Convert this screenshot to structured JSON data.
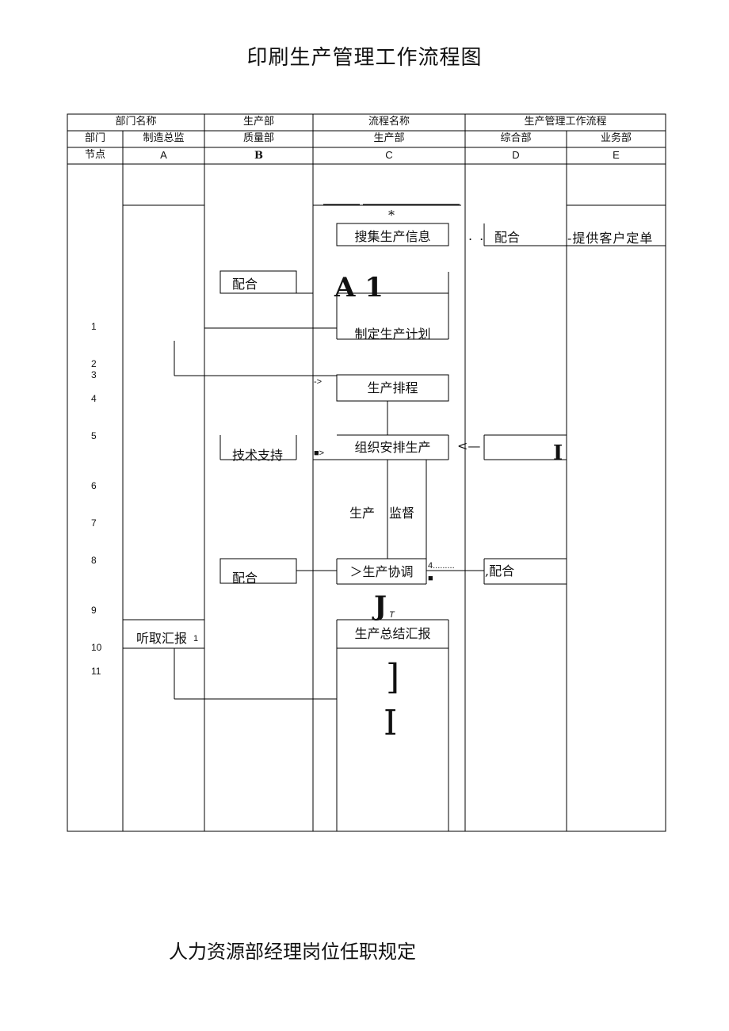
{
  "title": "印刷生产管理工作流程图",
  "subtitle": "人力资源部经理岗位任职规定",
  "header": {
    "row1": {
      "dept_name_label": "部门名称",
      "dept_name_value": "生产部",
      "process_name_label": "流程名称",
      "process_name_value": "生产管理工作流程"
    },
    "row2": {
      "dept_label": "部门",
      "col_a": "制造总监",
      "col_b": "质量部",
      "col_c": "生产部",
      "col_d": "综合部",
      "col_e": "业务部"
    },
    "row3": {
      "node_label": "节点",
      "col_a": "A",
      "col_b": "B",
      "col_c": "C",
      "col_d": "D",
      "col_e": "E"
    }
  },
  "row_numbers": [
    "1",
    "2",
    "3",
    "4",
    "5",
    "6",
    "7",
    "8",
    "9",
    "10",
    "11"
  ],
  "nodes": {
    "collect_info": "搜集生产信息",
    "cooperate_d1": "配合",
    "provide_order": "-提供客户定单",
    "cooperate_b1": "配合",
    "make_plan": "制定生产计划",
    "schedule": "生产排程",
    "tech_support": "技术支持",
    "organize": "组织安排生产",
    "production": "生产",
    "supervise": "监督",
    "cooperate_b2": "配合",
    "coordinate": "＞生产协调",
    "cooperate_d2": ",配合",
    "report_summary": "生产总结汇报",
    "listen_report": "听取汇报"
  },
  "marks": {
    "asterisk": "*",
    "dots": ". .",
    "a1": "A 1",
    "arrow_schedule": "->",
    "arrow_organize": "■>",
    "arrow_left": "<—",
    "bar_d": "I",
    "four_dots": "4.........",
    "square": "■",
    "j_mark": "J",
    "t_mark": "T",
    "listen_sub": "1",
    "bracket": "]",
    "bar_c": "I"
  }
}
